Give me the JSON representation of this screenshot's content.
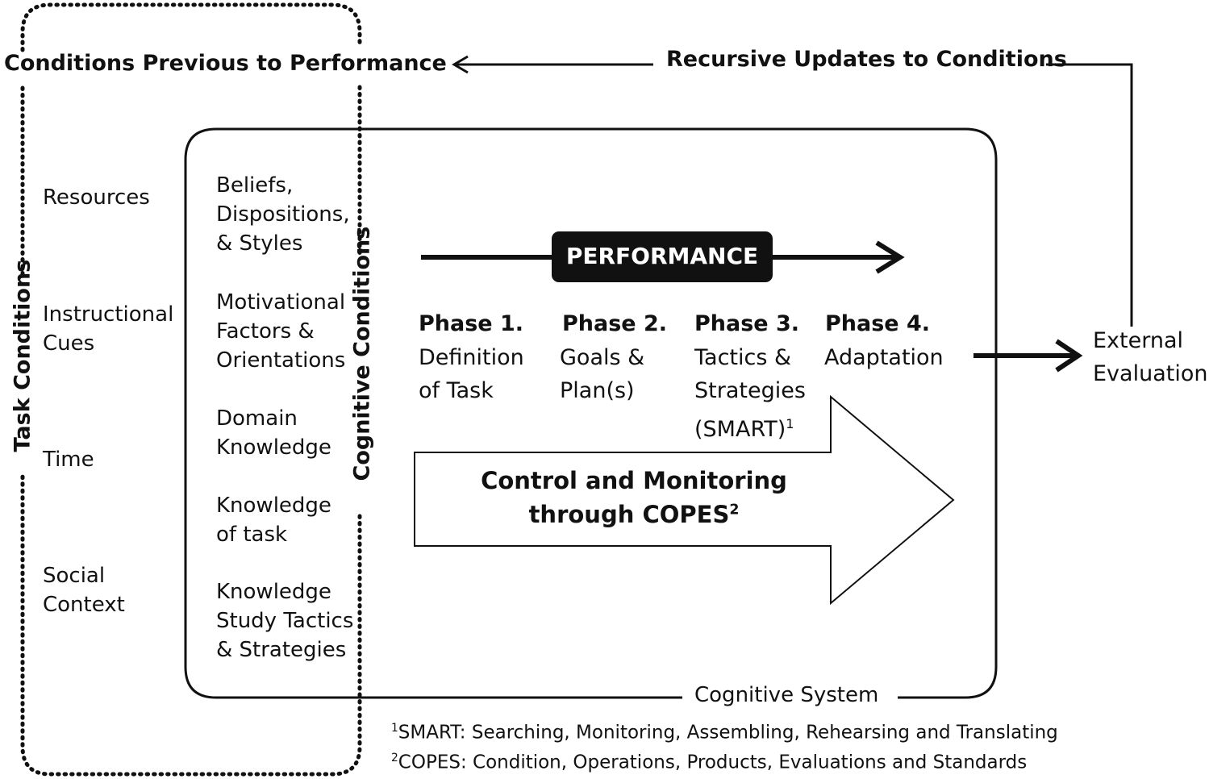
{
  "diagram": {
    "outer_title": "Conditions Previous to Performance",
    "recursive_label": "Recursive Updates to Conditions",
    "task_conditions_label": "Task Conditions",
    "task_items": [
      "Resources",
      "Instructional\nCues",
      "Time",
      "Social\nContext"
    ],
    "cognitive_conditions_label": "Cognitive Conditions",
    "cognitive_items": [
      "Beliefs,\nDispositions,\n& Styles",
      "Motivational\nFactors &\nOrientations",
      "Domain\nKnowledge",
      "Knowledge\nof task",
      "Knowledge\nStudy Tactics\n& Strategies"
    ],
    "performance_label": "PERFORMANCE",
    "phases": [
      {
        "title": "Phase 1.",
        "body": "Definition\nof Task"
      },
      {
        "title": "Phase 2.",
        "body": "Goals &\nPlan(s)"
      },
      {
        "title": "Phase 3.",
        "body": "Tactics &\nStrategies\n(SMART)",
        "sup": "1"
      },
      {
        "title": "Phase 4.",
        "body": "Adaptation"
      }
    ],
    "control_line1": "Control and Monitoring",
    "control_line2": "through COPES",
    "control_sup": "2",
    "external_label": "External\nEvaluation",
    "cognitive_system_label": "Cognitive System",
    "footnotes": [
      {
        "sup": "1",
        "text": "SMART: Searching, Monitoring, Assembling, Rehearsing and Translating"
      },
      {
        "sup": "2",
        "text": "COPES: Condition, Operations, Products, Evaluations and Standards"
      }
    ]
  }
}
